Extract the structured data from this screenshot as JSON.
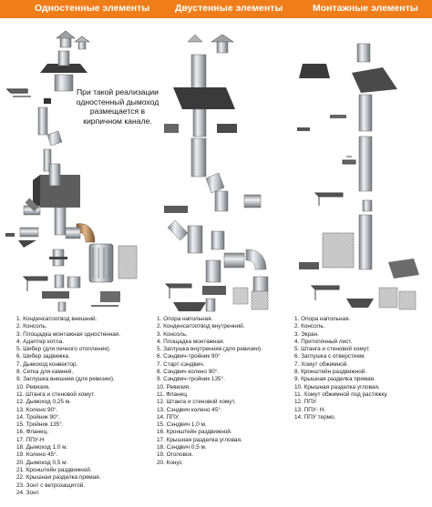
{
  "columns": [
    {
      "title": "Одностенные элементы",
      "items": [
        "1. Конденсатоотвод внешний.",
        "2. Консоль.",
        "3. Площадка монтажная одностенная.",
        "4. Адаптер котла.",
        "5. Шибер (для печного отопления).",
        "6. Шибер задвижка.",
        "7. Дымоход конвектор.",
        "8. Сетка для камней.",
        "9. Заглушка внешняя (для ревизии).",
        "10. Ревизия.",
        "11. Штанга и стеновой хомут.",
        "12. Дымоход 0,25 м.",
        "13. Колено 90°.",
        "14. Тройник 90°.",
        "15. Тройник 135°.",
        "16. Фланец.",
        "17. ППУ-Н",
        "18. Дымоход 1,0 м.",
        "19. Колено 45°.",
        "20. Дымоход 0,5 м.",
        "21. Кронштейн раздвижной.",
        "22. Крышная разделка прямая.",
        "23. Зонт с ветрозащитой.",
        "24. Зонт."
      ]
    },
    {
      "title": "Двустенные элементы",
      "items": [
        "1. Опора напольная.",
        "2. Конденсатоотвод внутренний.",
        "3. Консоль.",
        "4. Площадка монтажная.",
        "5. Заглушка внутренняя (для ревизии).",
        "6. Сэндвич-тройник 90°",
        "7. Старт-сэндвич.",
        "8. Сэндвич колено 90°.",
        "9. Сэндвич-тройник 135°.",
        "10. Ревизия.",
        "11. Фланец.",
        "12. Штанга и стеновой хомут.",
        "13. Сэндвич колено 45°.",
        "14. ППУ.",
        "15. Сэндвич 1,0 м.",
        "16. Кронштейн раздвижной.",
        "17. Крышная разделка угловая.",
        "18. Сэндвич 0,5 м.",
        "19. Оголовок.",
        "20. Конус"
      ]
    },
    {
      "title": "Монтажные элементы",
      "items": [
        "1. Опора напольная.",
        "2. Консоль.",
        "3. Экран.",
        "4. Притопочный лист.",
        "5. Штанга и стеновой хомут.",
        "6. Заглушка с отверстием.",
        "7. Хомут обжимной.",
        "8. Кронштейн раздвижной.",
        "9. Крышная разделка прямая.",
        "10. Крышная разделка угловая.",
        "11. Хомут обжимной под растяжку.",
        "12. ППУ.",
        "13. ППУ- Н.",
        "14. ППУ термо."
      ]
    }
  ],
  "note": [
    "При такой реализации",
    "одностенный дымоход",
    "размещается в",
    "кирпичном канале."
  ],
  "colors": {
    "header": "#ef7e1a",
    "steel": "#c4c8cc",
    "steel_dark": "#7d8388",
    "black": "#2b2b2b",
    "copper": "#b07b4a"
  }
}
